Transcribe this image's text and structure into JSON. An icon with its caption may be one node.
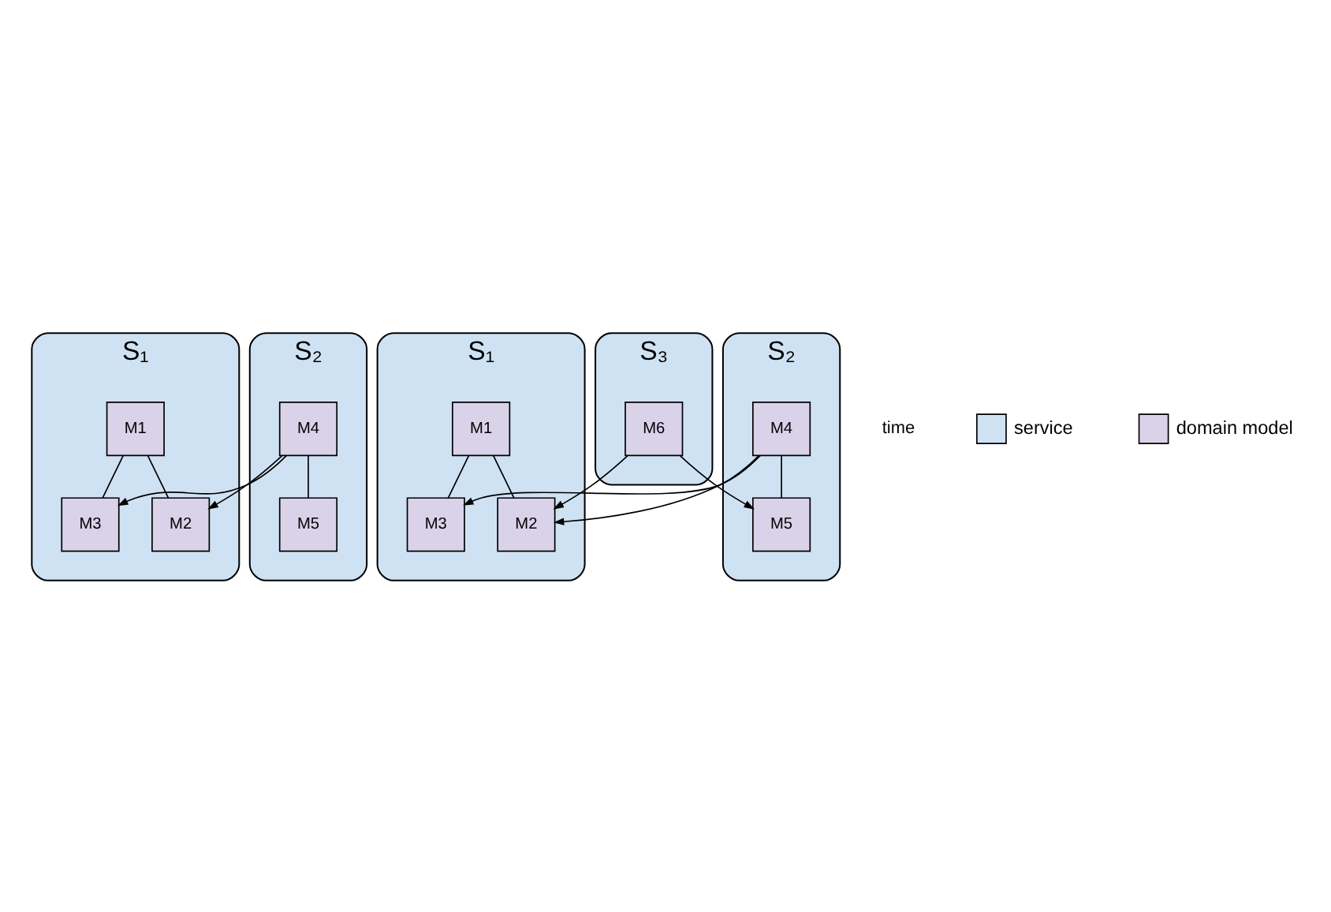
{
  "diagram": {
    "nodes": [
      {
        "text": [
          "S₁"
        ]
      },
      {
        "text": [
          "M1"
        ],
        "in": 0
      },
      {
        "text": [
          "M3"
        ],
        "in": 0
      },
      {
        "text": [
          "M2"
        ],
        "in": 0
      },
      {
        "text": [
          "S₂"
        ]
      },
      {
        "text": [
          "M4"
        ],
        "in": 4
      },
      {
        "text": [
          "M5"
        ],
        "in": 4
      },
      {
        "text": [
          "S₁"
        ]
      },
      {
        "text": [
          "M1"
        ],
        "in": 7
      },
      {
        "text": [
          "M3"
        ],
        "in": 7
      },
      {
        "text": [
          "M2"
        ],
        "in": 7
      },
      {
        "text": [
          "S₂"
        ]
      },
      {
        "text": [
          "M4"
        ],
        "in": 11
      },
      {
        "text": [
          "M5"
        ],
        "in": 11
      },
      {
        "text": [
          "S₃"
        ]
      },
      {
        "text": [
          "M6"
        ],
        "in": 14
      }
    ],
    "edges": [
      {
        "from": 1,
        "to": 2,
        "arrow": "none"
      },
      {
        "from": 1,
        "to": 3,
        "arrow": "none"
      },
      {
        "from": 5,
        "to": 3,
        "arrow": "to"
      },
      {
        "from": 5,
        "to": 2,
        "arrow": "to"
      },
      {
        "from": 5,
        "to": 6,
        "arrow": "none"
      },
      {
        "from": 8,
        "to": 9,
        "arrow": "none"
      },
      {
        "from": 8,
        "to": 10,
        "arrow": "none"
      },
      {
        "from": 12,
        "to": 10,
        "arrow": "to"
      },
      {
        "from": 12,
        "to": 9,
        "arrow": "to"
      },
      {
        "from": 12,
        "to": 13,
        "arrow": "none"
      },
      {
        "from": 15,
        "to": 10,
        "arrow": "to"
      },
      {
        "from": 15,
        "to": 13,
        "arrow": "to"
      }
    ],
    "labels": [
      "time"
    ],
    "legend": [
      {
        "text": "service",
        "color": "#cfe2f3"
      },
      {
        "text": "domain model",
        "color": "#d9d2e9"
      }
    ]
  }
}
